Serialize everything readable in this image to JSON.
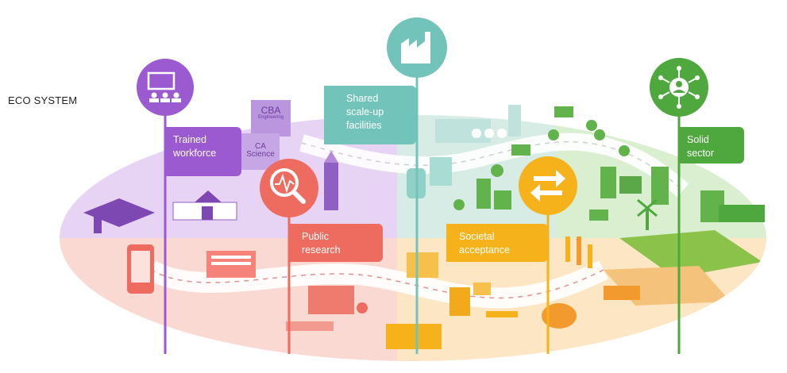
{
  "title": "ECO SYSTEM",
  "pillars": [
    {
      "id": "workforce",
      "label": "Trained\nworkforce",
      "color": "#9b5ad0",
      "icon": "classroom-icon"
    },
    {
      "id": "research",
      "label": "Public\nresearch",
      "color": "#ee6b5f",
      "icon": "magnifier-icon"
    },
    {
      "id": "facilities",
      "label": "Shared\nscale-up\nfacilities",
      "color": "#72c4ba",
      "icon": "factory-icon"
    },
    {
      "id": "acceptance",
      "label": "Societal\nacceptance",
      "color": "#f6b21a",
      "icon": "exchange-arrows-icon"
    },
    {
      "id": "sector",
      "label": "Solid\nsector",
      "color": "#4fa83d",
      "icon": "network-person-icon"
    }
  ],
  "books": {
    "top_title": "CBA",
    "top_subtitle": "Engineering",
    "bottom_title": "CA",
    "bottom_subtitle": "Science"
  },
  "zone_colors": {
    "education": "#e7d3f4",
    "research": "#fbd9d3",
    "industry": "#d8ece6",
    "society": "#fde6c4",
    "sector": "#d9efd0"
  }
}
